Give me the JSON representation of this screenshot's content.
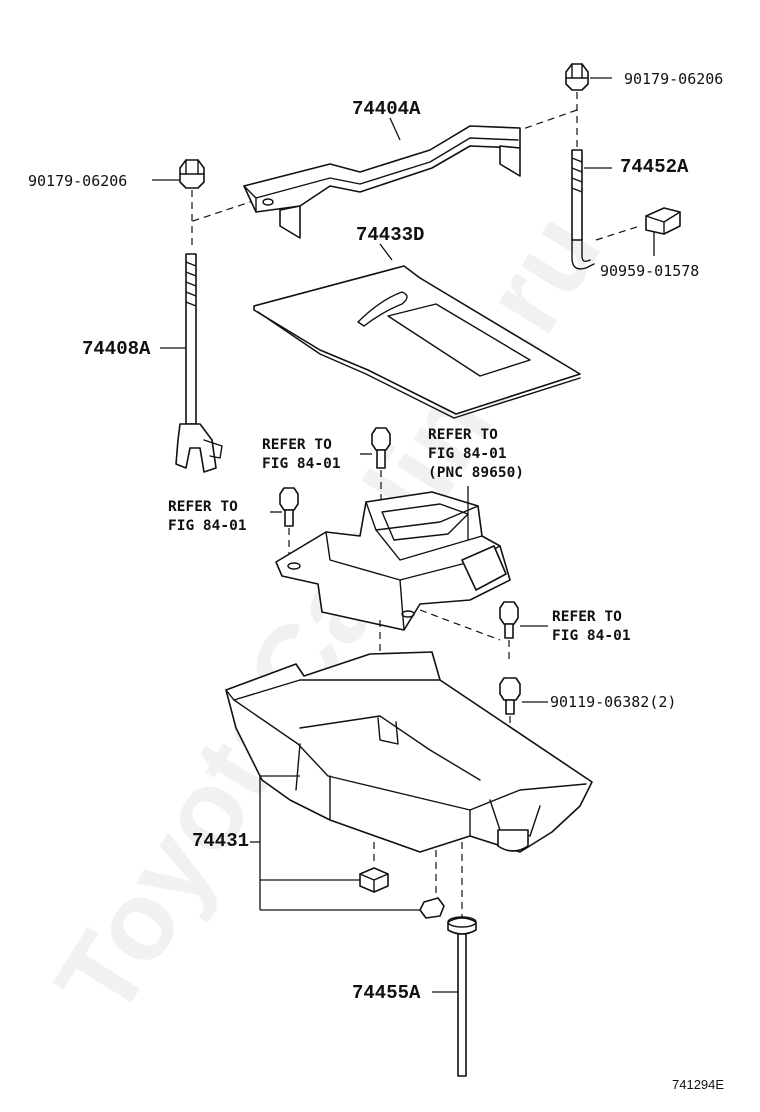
{
  "labels": {
    "p90179_top": "90179-06206",
    "p74404A": "74404A",
    "p90179_left": "90179-06206",
    "p74452A": "74452A",
    "p74433D": "74433D",
    "p90959": "90959-01578",
    "p74408A": "74408A",
    "refer_1": "REFER TO\nFIG 84-01",
    "refer_2": "REFER TO\nFIG 84-01\n(PNC 89650)",
    "refer_3": "REFER TO\nFIG 84-01",
    "refer_4": "REFER TO\nFIG 84-01",
    "p90119": "90119-06382(2)",
    "p74431": "74431",
    "p74455A": "74455A",
    "illustration_code": "741294E"
  },
  "watermark": "ToyotaCar-line.ru",
  "colors": {
    "line": "#111111",
    "background": "#ffffff",
    "watermark": "#c8c8c8"
  }
}
